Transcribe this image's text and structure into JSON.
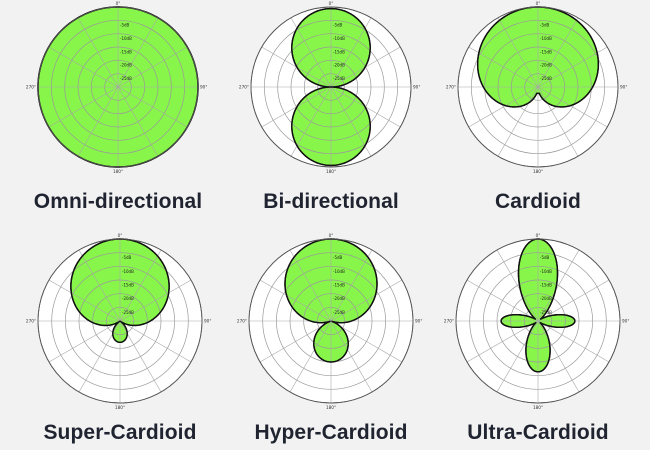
{
  "colors": {
    "background": "#f2f2f2",
    "pattern_fill": "#88f54a",
    "grid": "#9a9a9a",
    "caption": "#1f2430"
  },
  "ring_labels": [
    "-5dB",
    "-10dB",
    "-15dB",
    "-20dB",
    "-25dB"
  ],
  "angle_labels": {
    "top": "0°",
    "right": "90°",
    "bottom": "180°",
    "left": "270°"
  },
  "patterns": [
    {
      "id": "omni",
      "caption": "Omni-directional",
      "pattern": "omnidirectional"
    },
    {
      "id": "bi",
      "caption": "Bi-directional",
      "pattern": "figure-eight"
    },
    {
      "id": "cardioid",
      "caption": "Cardioid",
      "pattern": "cardioid"
    },
    {
      "id": "super",
      "caption": "Super-Cardioid",
      "pattern": "supercardioid"
    },
    {
      "id": "hyper",
      "caption": "Hyper-Cardioid",
      "pattern": "hypercardioid"
    },
    {
      "id": "ultra",
      "caption": "Ultra-Cardioid",
      "pattern": "ultracardioid"
    }
  ]
}
